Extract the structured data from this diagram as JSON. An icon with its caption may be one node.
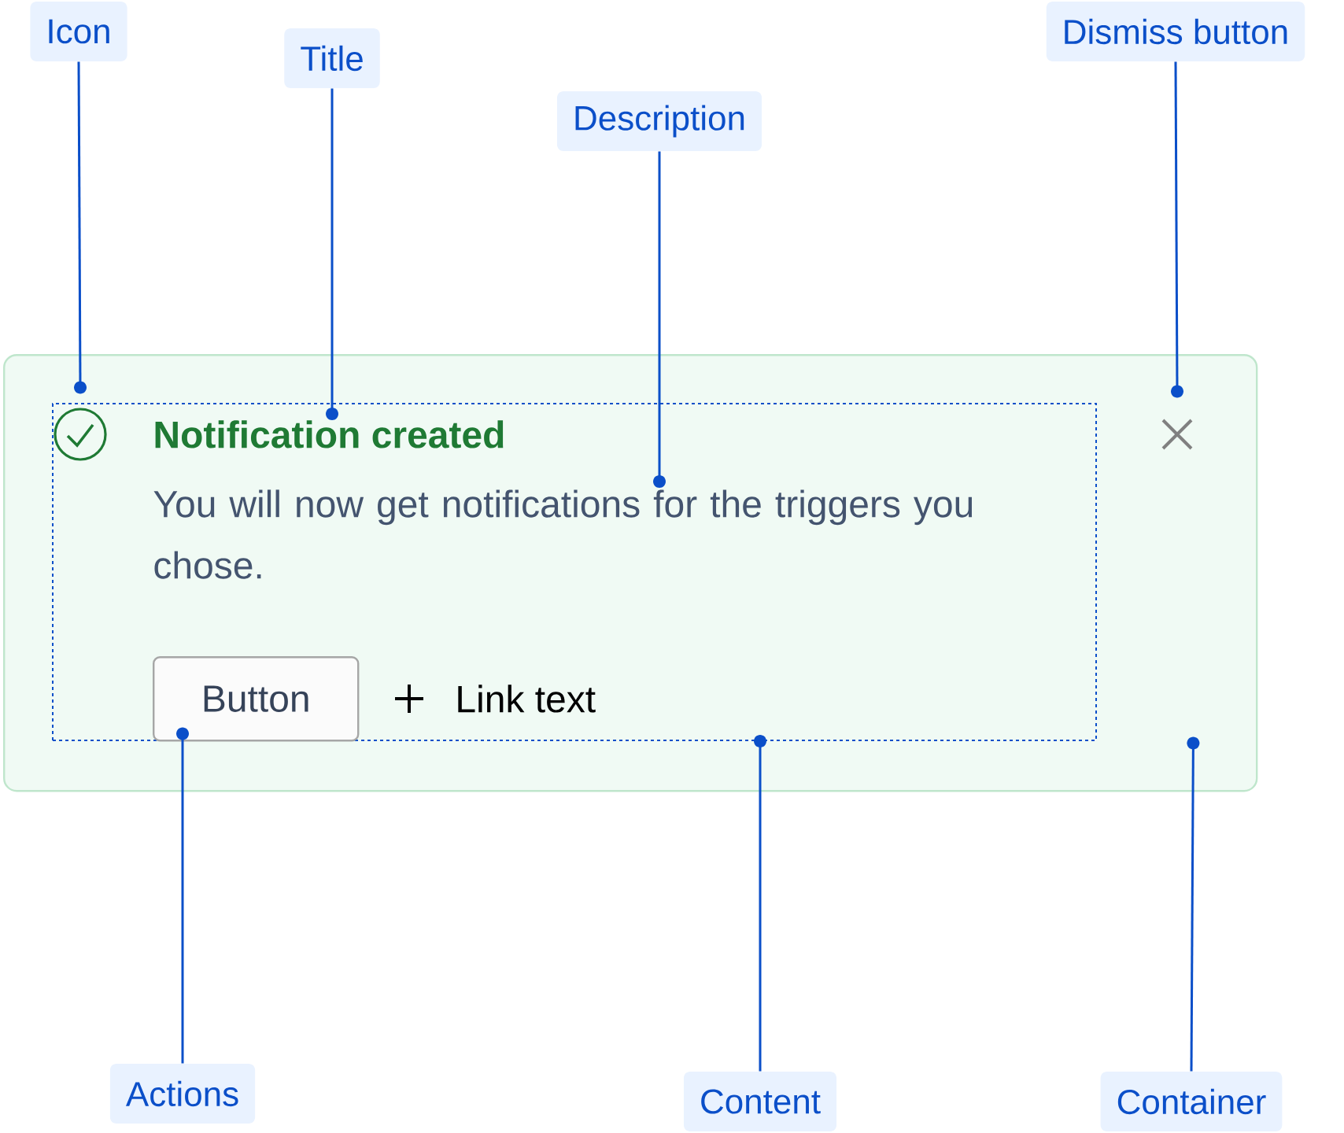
{
  "diagram": {
    "nodes": [
      {
        "text": [
          "Icon"
        ]
      },
      {
        "text": [
          "Title"
        ]
      },
      {
        "text": [
          "Description"
        ]
      },
      {
        "text": [
          "Dismiss button"
        ]
      },
      {
        "text": [
          "Actions"
        ]
      },
      {
        "text": [
          "Content"
        ]
      },
      {
        "text": [
          "Container"
        ]
      },
      {
        "text": [],
        "shape": "box"
      },
      {
        "text": [],
        "shape": "box",
        "in": 7
      },
      {
        "text": [],
        "shape": "circle",
        "in": 8
      },
      {
        "text": [],
        "shape": "cross",
        "in": 7
      },
      {
        "text": [
          "Notification created"
        ],
        "in": 8
      },
      {
        "text": [
          "You will now get notifications for the triggers you chose."
        ],
        "in": 8
      },
      {
        "text": [
          "Button"
        ],
        "in": 8
      }
    ],
    "edges": [
      {
        "from": 0,
        "to": 9,
        "arrow": "other"
      },
      {
        "from": 1,
        "to": 11,
        "arrow": "other"
      },
      {
        "from": 2,
        "to": 12,
        "arrow": "other"
      },
      {
        "from": 3,
        "to": 10,
        "arrow": "other"
      },
      {
        "from": 4,
        "to": 13,
        "arrow": "other"
      },
      {
        "from": 5,
        "to": 8,
        "arrow": "other"
      },
      {
        "from": 6,
        "to": 7,
        "arrow": "other"
      }
    ],
    "labels": [
      "Link text"
    ]
  }
}
